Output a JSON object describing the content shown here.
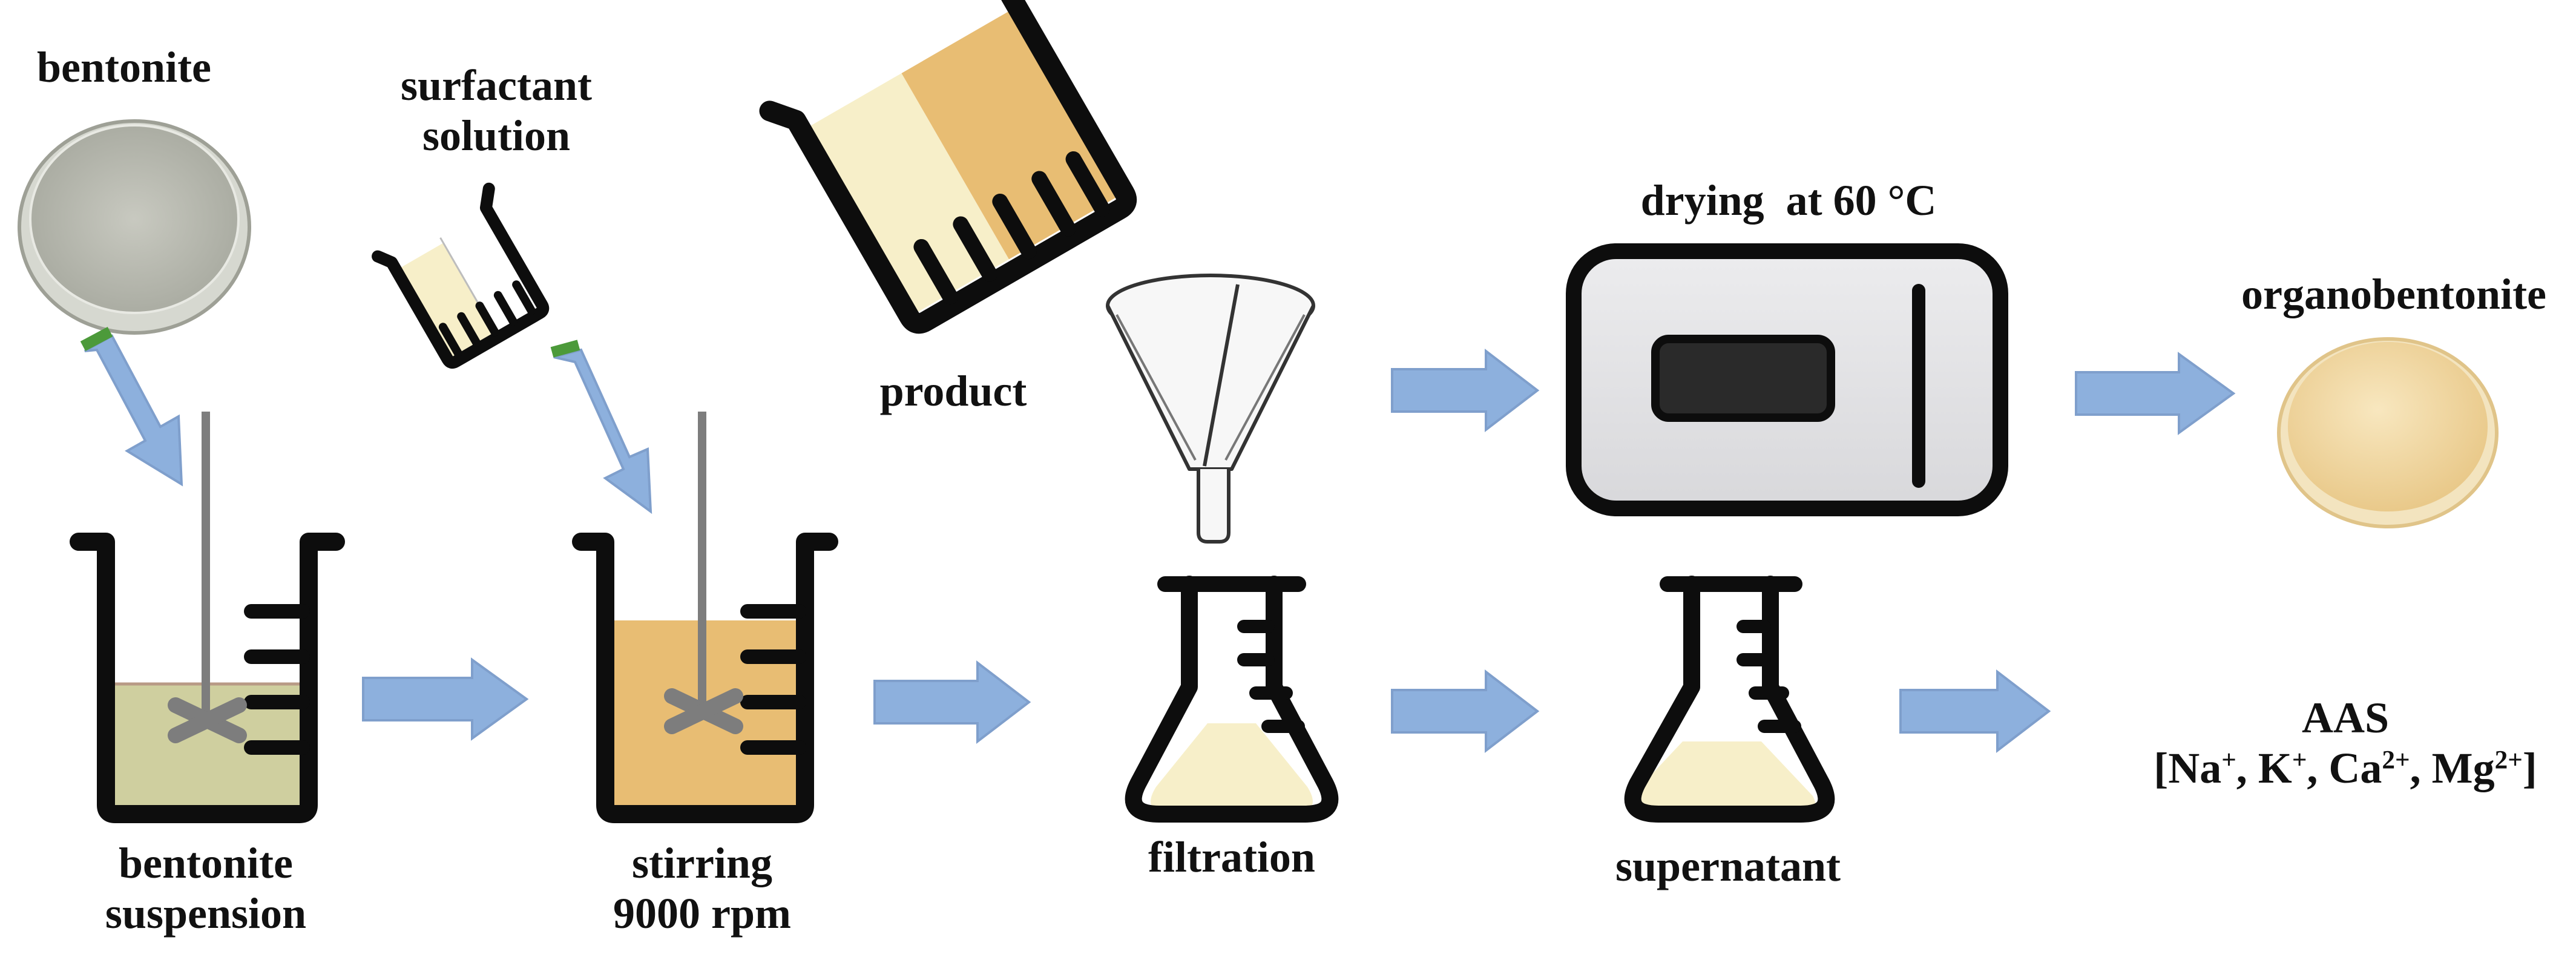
{
  "labels": {
    "bentonite": "bentonite",
    "surfactant_line1": "surfactant",
    "surfactant_line2": "solution",
    "product": "product",
    "drying": "drying  at 60 °C",
    "organobentonite": "organobentonite",
    "bentonite_suspension_line1": "bentonite",
    "bentonite_suspension_line2": "suspension",
    "stirring_line1": "stirring",
    "stirring_line2": "9000 rpm",
    "filtration": "filtration",
    "supernatant": "supernatant",
    "aas": "AAS",
    "ions": {
      "open": "[",
      "na": "Na",
      "na_charge": "+",
      "k": ", K",
      "k_charge": "+",
      "ca": ", Ca",
      "ca_charge": "2+",
      "mg": ", Mg",
      "mg_charge": "2+",
      "close": "]"
    }
  },
  "colors": {
    "arrow": "#8DB0DD",
    "arrow_stroke": "#7F9FCC",
    "outline": "#0d0d0d",
    "bentonite_powder": "#b9bbb1",
    "bentonite_suspension": "#cfcf9f",
    "surfactant_liquid": "#e8bd73",
    "pale_liquid": "#f7efc9",
    "organobentonite": "#f1d79e",
    "oven_body": "#e1e1e3",
    "stirrer": "#7d7d7d",
    "green_tip": "#4c9a3a"
  },
  "icons": [
    "petri-dish-bentonite-icon",
    "beaker-bentonite-suspension-icon",
    "beaker-surfactant-pouring-icon",
    "beaker-stirring-icon",
    "beaker-product-pouring-icon",
    "funnel-icon",
    "flask-filtration-icon",
    "oven-drying-icon",
    "flask-supernatant-icon",
    "petri-dish-organobentonite-icon"
  ]
}
